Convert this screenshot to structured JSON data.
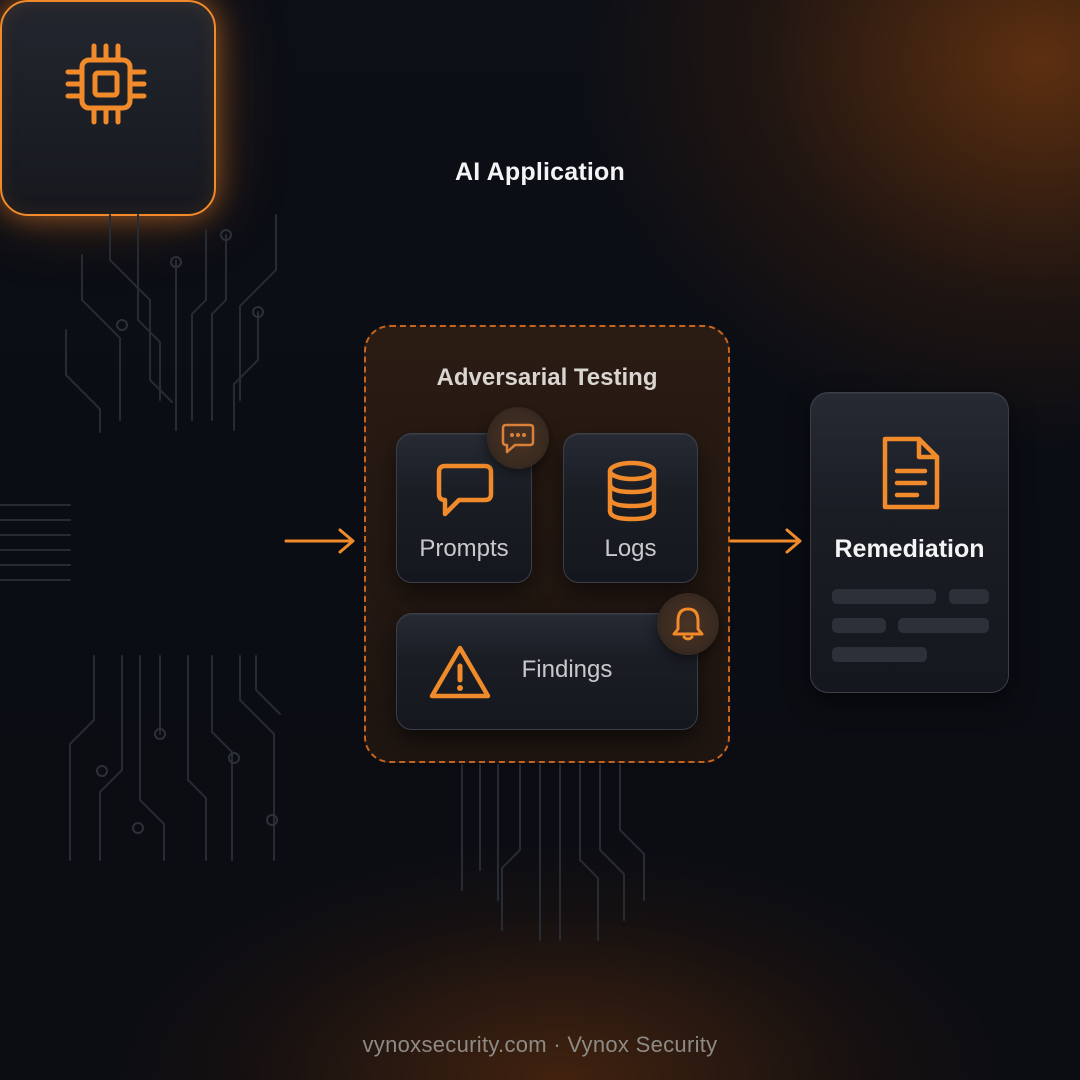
{
  "diagram": {
    "source_node": {
      "label": "AI Application",
      "icon": "cpu-chip-icon"
    },
    "group": {
      "title": "Adversarial Testing",
      "items": [
        {
          "label": "Prompts",
          "icon": "speech-bubble-icon",
          "badge_icon": "chat-ellipsis-icon"
        },
        {
          "label": "Logs",
          "icon": "database-icon"
        },
        {
          "label": "Findings",
          "icon": "warning-triangle-icon",
          "badge_icon": "bell-icon"
        }
      ]
    },
    "target_node": {
      "label": "Remediation",
      "icon": "document-icon"
    },
    "edges": [
      {
        "from": "AI Application",
        "to": "Adversarial Testing"
      },
      {
        "from": "Adversarial Testing",
        "to": "Remediation"
      }
    ]
  },
  "footer": {
    "text": "vynoxsecurity.com · Vynox Security"
  },
  "colors": {
    "accent": "#f08a2a",
    "background": "#0b0e15",
    "card": "#1c1f26"
  }
}
